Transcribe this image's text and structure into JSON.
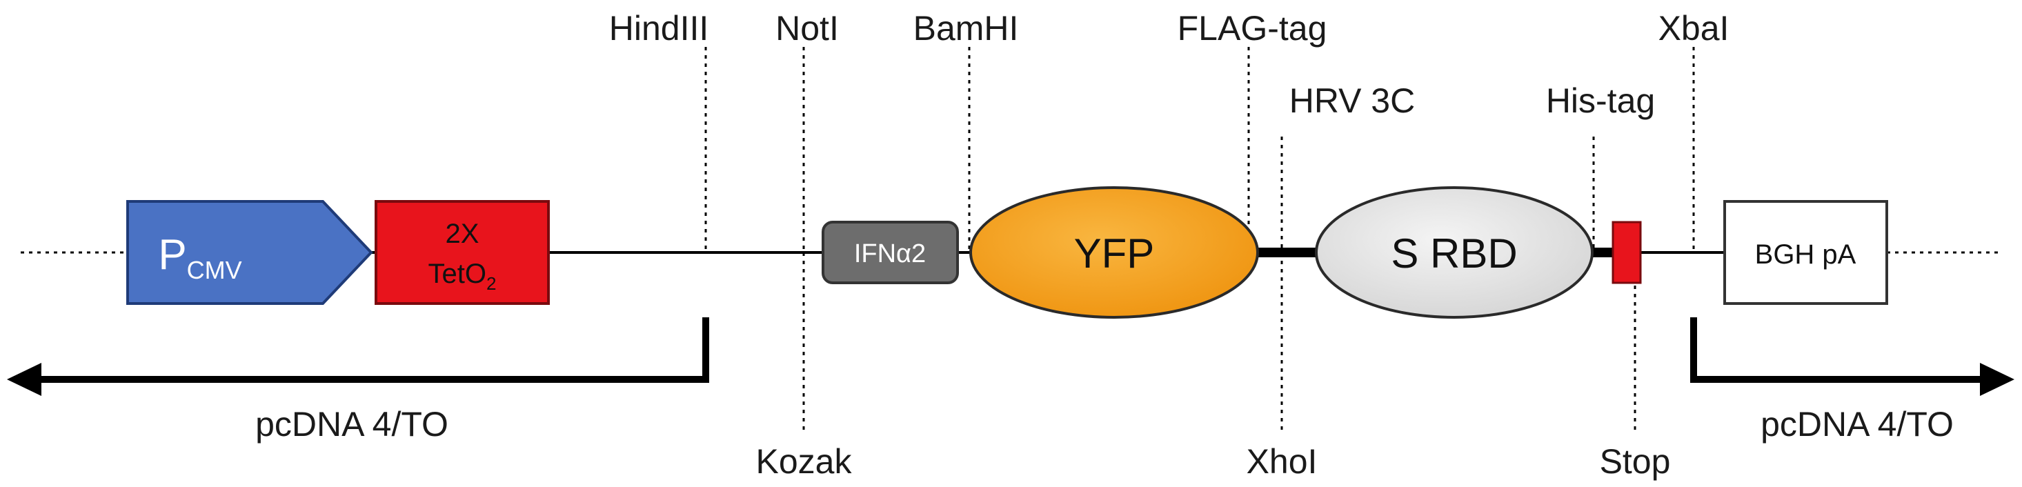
{
  "sites_top": {
    "hindiii": "HindIII",
    "noti": "NotI",
    "bamhi": "BamHI",
    "flag": "FLAG-tag",
    "hrv": "HRV 3C",
    "his": "His-tag",
    "xbai": "XbaI"
  },
  "sites_bottom": {
    "kozak": "Kozak",
    "xhoi": "XhoI",
    "stop": "Stop"
  },
  "elements": {
    "pcmv_main": "P",
    "pcmv_sub": "CMV",
    "teto_line1": "2X",
    "teto_main": "TetO",
    "teto_sub": "2",
    "ifn": "IFNα2",
    "yfp": "YFP",
    "srbd": "S RBD",
    "bgh": "BGH pA"
  },
  "vector": {
    "left_label": "pcDNA 4/TO",
    "right_label": "pcDNA 4/TO"
  },
  "colors": {
    "pcmv": "#4a72c4",
    "teto": "#e8141c",
    "ifn": "#6d6d6d",
    "yfp": "#f5a21a",
    "srbd": "#e4e4e4",
    "stop_box": "#e8141c"
  }
}
